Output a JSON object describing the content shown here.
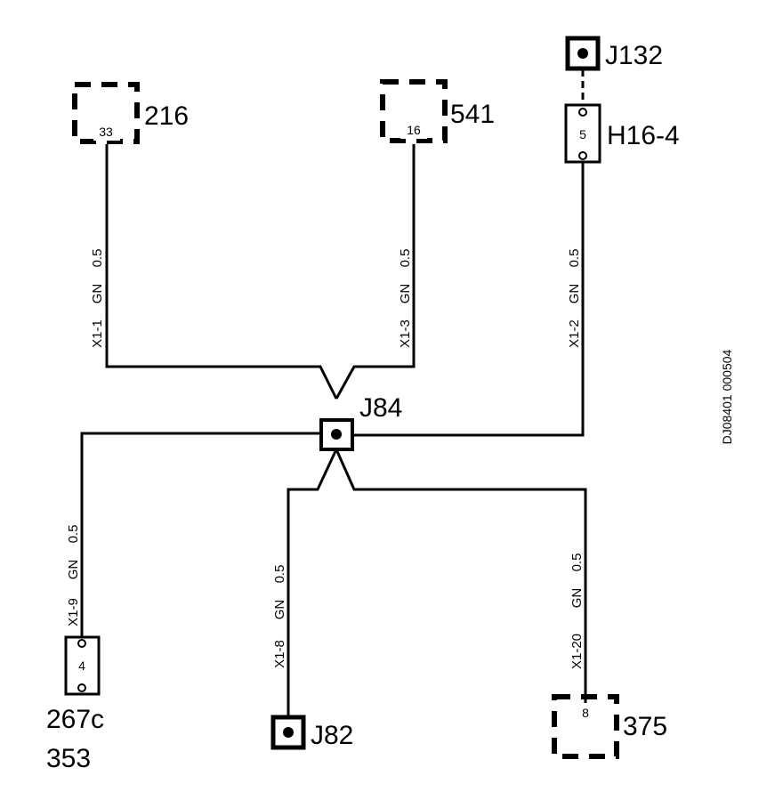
{
  "components": {
    "c216": {
      "label": "216",
      "pin": "33"
    },
    "c541": {
      "label": "541",
      "pin": "16"
    },
    "j132": {
      "label": "J132"
    },
    "h16": {
      "label": "H16-4",
      "pin": "5"
    },
    "j84": {
      "label": "J84"
    },
    "c267": {
      "label1": "267c",
      "label2": "353",
      "pin": "4"
    },
    "j82": {
      "label": "J82"
    },
    "c375": {
      "label": "375",
      "pin": "8"
    }
  },
  "wires": {
    "w1": {
      "pin": "X1-1",
      "color": "GN",
      "size": "0.5"
    },
    "w3": {
      "pin": "X1-3",
      "color": "GN",
      "size": "0.5"
    },
    "w2": {
      "pin": "X1-2",
      "color": "GN",
      "size": "0.5"
    },
    "w9": {
      "pin": "X1-9",
      "color": "GN",
      "size": "0.5"
    },
    "w8": {
      "pin": "X1-8",
      "color": "GN",
      "size": "0.5"
    },
    "w20": {
      "pin": "X1-20",
      "color": "GN",
      "size": "0.5"
    }
  },
  "reference": "DJ08401 000504"
}
